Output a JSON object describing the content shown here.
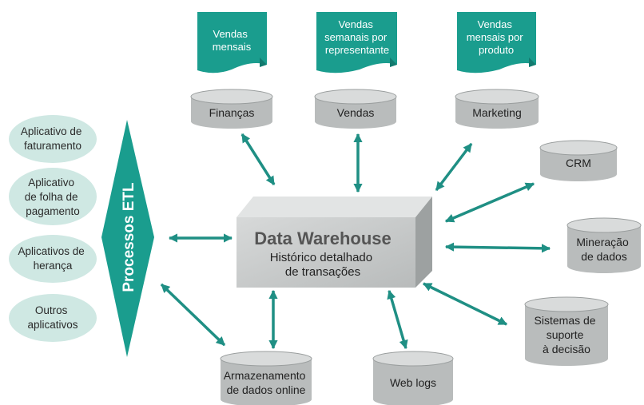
{
  "reports": [
    {
      "lines": [
        "Vendas",
        "mensais"
      ]
    },
    {
      "lines": [
        "Vendas",
        "semanais por",
        "representante"
      ]
    },
    {
      "lines": [
        "Vendas",
        "mensais por",
        "produto"
      ]
    }
  ],
  "marts": [
    {
      "label": "Finanças"
    },
    {
      "label": "Vendas"
    },
    {
      "label": "Marketing"
    }
  ],
  "sources": [
    {
      "lines": [
        "Aplicativo de",
        "faturamento"
      ]
    },
    {
      "lines": [
        "Aplicativo",
        "de folha de",
        "pagamento"
      ]
    },
    {
      "lines": [
        "Aplicativos de",
        "herança"
      ]
    },
    {
      "lines": [
        "Outros",
        "aplicativos"
      ]
    }
  ],
  "etl": {
    "label": "Processos ETL"
  },
  "warehouse": {
    "title": "Data Warehouse",
    "subtitle_lines": [
      "Histórico detalhado",
      "de transações"
    ]
  },
  "right_stores": [
    {
      "lines": [
        "CRM"
      ]
    },
    {
      "lines": [
        "Mineração",
        "de dados"
      ]
    },
    {
      "lines": [
        "Sistemas de",
        "suporte",
        "à decisão"
      ]
    }
  ],
  "bottom_stores": [
    {
      "lines": [
        "Armazenamento",
        "de dados online"
      ]
    },
    {
      "lines": [
        "Web logs"
      ]
    }
  ],
  "colors": {
    "teal": "#1a9d8e",
    "teal_dark": "#137a6f",
    "arrow": "#1f8f84",
    "cylinder_body": "#b9bcbc",
    "cylinder_top": "#d9dbdb",
    "cylinder_edge": "#8e9292",
    "oval": "#cfe8e3",
    "box_front": "#c9cccc",
    "box_top": "#e2e4e4",
    "box_side": "#9da1a1"
  }
}
